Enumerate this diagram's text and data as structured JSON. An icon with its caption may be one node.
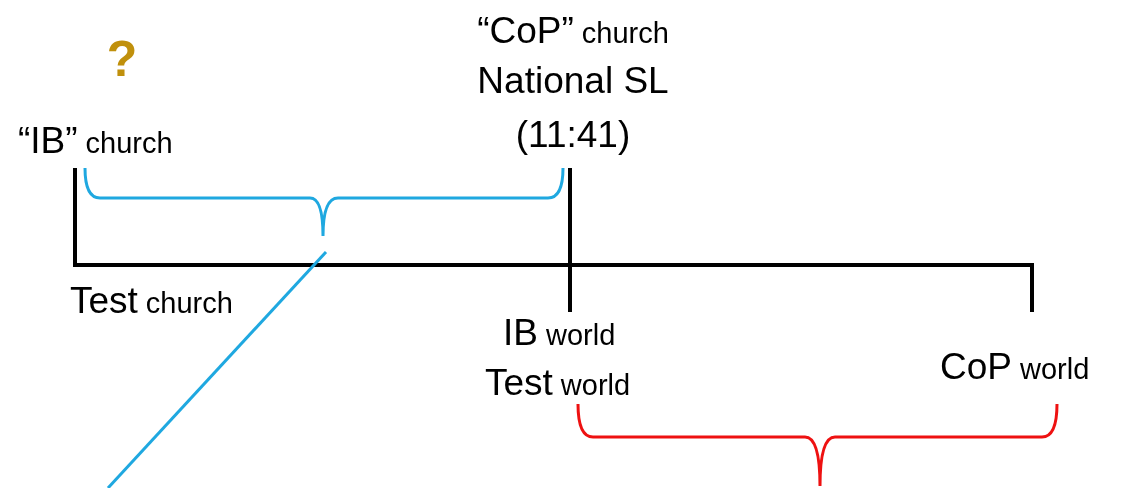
{
  "diagram": {
    "labels": [
      "?",
      "“IB”",
      "church",
      "“CoP”",
      "church",
      "National SL",
      "(11:41)",
      "Test",
      "church",
      "IB",
      "world",
      "Test",
      "world",
      "CoP",
      "world"
    ]
  }
}
